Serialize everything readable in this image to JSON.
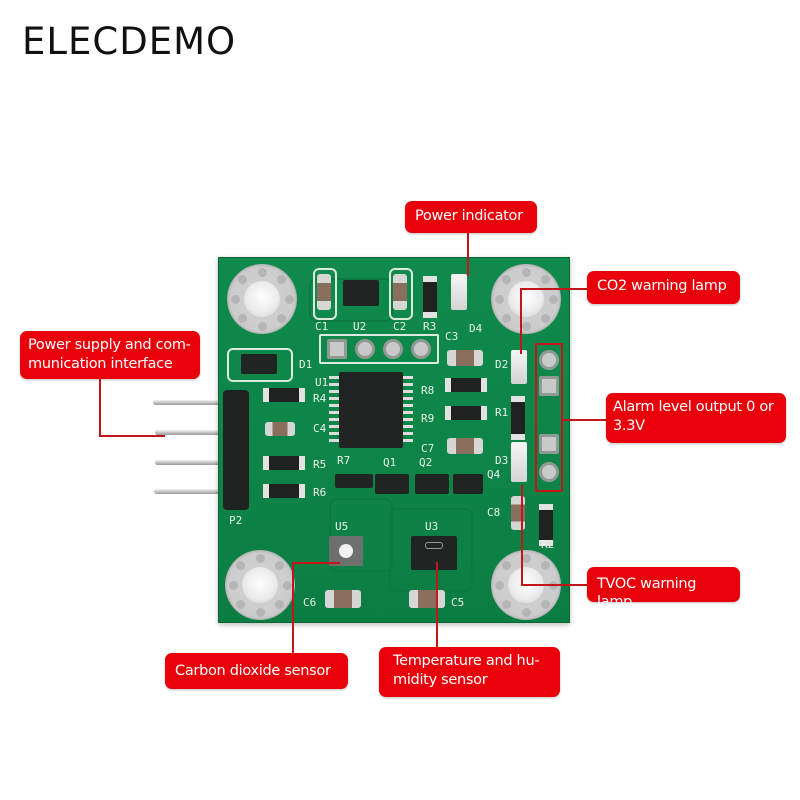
{
  "brand": "ELECDEMO",
  "callouts": {
    "power_indicator": "Power indicator",
    "co2_lamp": "CO2 warning lamp",
    "power_supply": "Power supply and com-\nmunication interface",
    "alarm_output": "Alarm level output 0 or\n3.3V",
    "tvoc_lamp": "TVOC warning lamp",
    "co2_sensor": "Carbon dioxide sensor",
    "temp_humidity": "Temperature and hu-\nmidity sensor"
  },
  "silkscreen": {
    "c1": "C1",
    "u2": "U2",
    "c2": "C2",
    "r3": "R3",
    "d4": "D4",
    "c3": "C3",
    "d1": "D1",
    "u1": "U1",
    "r4": "R4",
    "c4": "C4",
    "r5": "R5",
    "r6": "R6",
    "r7": "R7",
    "q1": "Q1",
    "q2": "Q2",
    "q4": "Q4",
    "r8": "R8",
    "r9": "R9",
    "c7": "C7",
    "d2": "D2",
    "r1": "R1",
    "d3": "D3",
    "c8": "C8",
    "r2": "R2",
    "p2": "P2",
    "u5": "U5",
    "u3": "U3",
    "c6": "C6",
    "c5": "C5"
  },
  "colors": {
    "callout_bg": "#e8000b",
    "board_green": "#0e8548",
    "leader_line": "#c4141c"
  }
}
